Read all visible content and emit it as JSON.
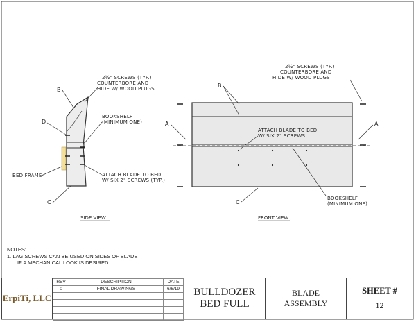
{
  "side_view": {
    "callout_screws": [
      "2½\" SCREWS (TYP.)",
      "COUNTERBORE AND",
      "HIDE W/ WOOD PLUGS"
    ],
    "callout_bookshelf": [
      "BOOKSHELF",
      "(MINIMUM ONE)"
    ],
    "callout_bed_frame": "BED FRAME",
    "callout_attach": [
      "ATTACH BLADE TO BED",
      "W/ SIX 2\" SCREWS (TYP.)"
    ],
    "letter_b": "B",
    "letter_d": "D",
    "letter_c": "C",
    "label": "SIDE VIEW"
  },
  "front_view": {
    "callout_screws": [
      "2½\" SCREWS (TYP.)",
      "COUNTERBORE AND",
      "HIDE W/ WOOD PLUGS"
    ],
    "callout_attach": [
      "ATTACH BLADE TO BED",
      "W/ SIX 2\" SCREWS"
    ],
    "callout_bookshelf": [
      "BOOKSHELF",
      "(MINIMUM ONE)"
    ],
    "letter_b": "B",
    "letter_a_left": "A",
    "letter_a_right": "A",
    "letter_c": "C",
    "label": "FRONT VIEW"
  },
  "notes": {
    "heading": "NOTES:",
    "line1": "1.  LAG SCREWS CAN BE USED ON SIDES OF BLADE",
    "line2": "IF A MECHANICAL LOOK IS DESIRED."
  },
  "title_block": {
    "company": "ErpiTi, LLC",
    "rev_header": "REV",
    "desc_header": "DESCRIPTION",
    "date_header": "DATE",
    "rev_value": "0",
    "desc_value": "FINAL DRAWINGS",
    "date_value": "6/6/19",
    "project_line1": "BULLDOZER",
    "project_line2": "BED FULL",
    "drawing_line1": "BLADE",
    "drawing_line2": "ASSEMBLY",
    "sheet_label": "SHEET #",
    "sheet_number": "12"
  },
  "colors": {
    "panel_fill": "#e9e9e9",
    "bed_frame": "#f3df9a",
    "line": "#333333"
  }
}
